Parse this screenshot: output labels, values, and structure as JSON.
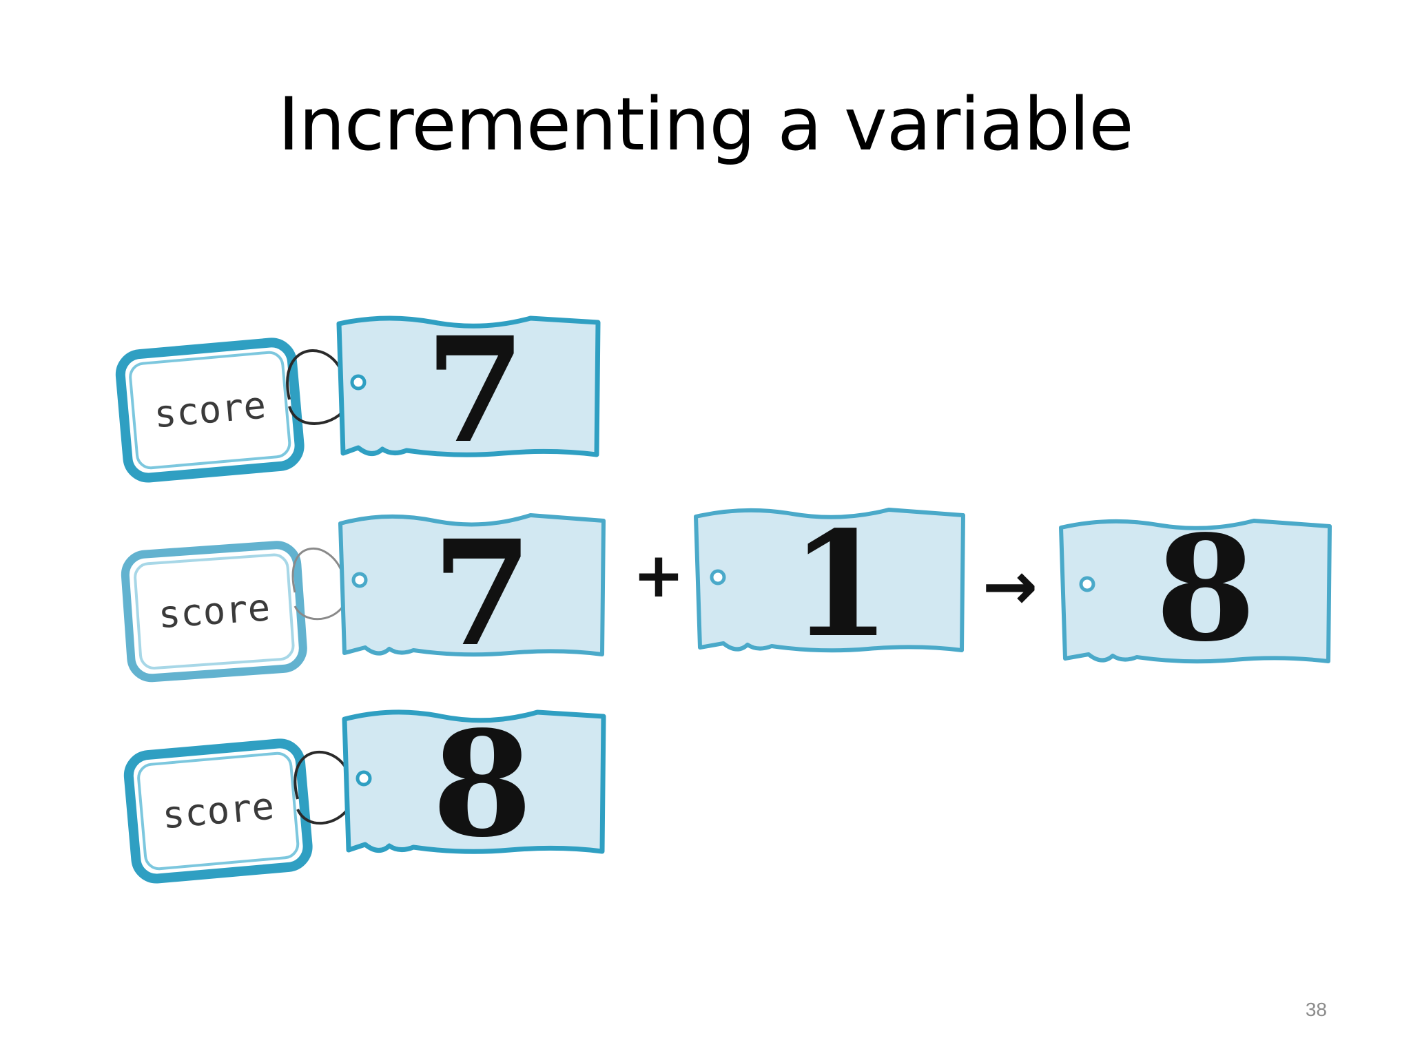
{
  "slide": {
    "title": "Incrementing a variable",
    "page_number": "38"
  },
  "colors": {
    "tag_border": "#2f9fc2",
    "card_fill": "#d2e8f2",
    "card_border": "#2f9fc2",
    "string": "#2a2a2a",
    "digit": "#111111"
  },
  "rows": [
    {
      "name_tag": "score",
      "value_card": "7"
    },
    {
      "name_tag": "score",
      "value_card": "7",
      "operator": "+",
      "operand_card": "1",
      "arrow": "→",
      "result_card": "8"
    },
    {
      "name_tag": "score",
      "value_card": "8"
    }
  ]
}
